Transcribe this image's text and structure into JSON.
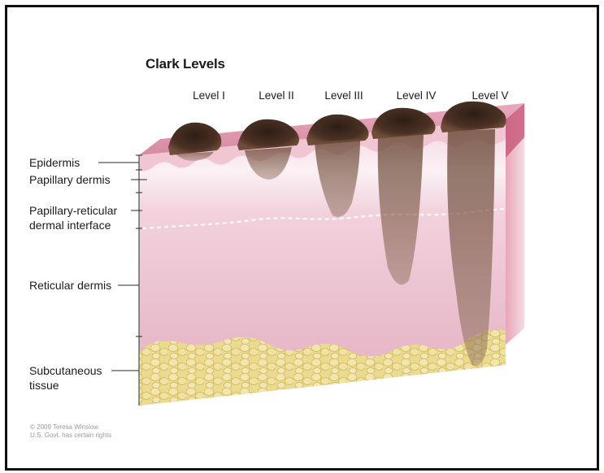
{
  "title": "Clark Levels",
  "levels": [
    "Level I",
    "Level II",
    "Level III",
    "Level IV",
    "Level V"
  ],
  "layers": {
    "epidermis": "Epidermis",
    "papillary_dermis": "Papillary dermis",
    "interface_line1": "Papillary-reticular",
    "interface_line2": "dermal interface",
    "reticular_dermis": "Reticular dermis",
    "subcutaneous_line1": "Subcutaneous",
    "subcutaneous_line2": "tissue"
  },
  "credit": {
    "line1": "© 2009 Teresa Winslow",
    "line2": "U.S. Govt. has certain rights"
  },
  "colors": {
    "dermis_pink": "#e7b7c5",
    "papillary_pink": "#f3d3df",
    "interface_white": "#fbf3f6",
    "fat_yellow": "#e9d98a",
    "melanoma_brown": "#4a3226",
    "side_face": "#c95d7e"
  }
}
